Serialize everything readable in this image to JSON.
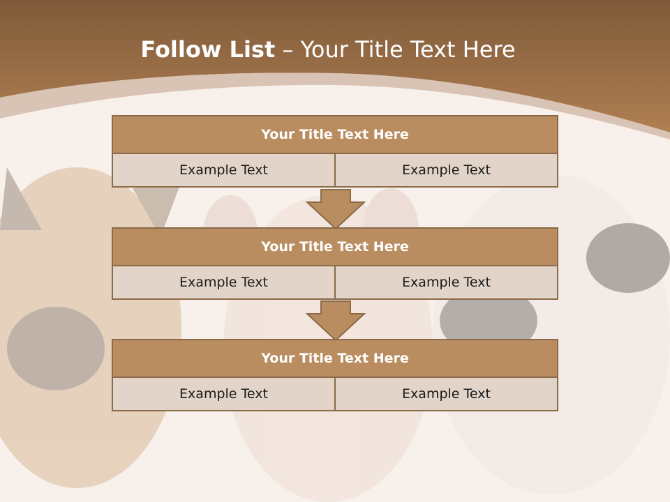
{
  "slide": {
    "title_bold": "Follow List",
    "title_rest": " – Your Title Text Here",
    "blocks": [
      {
        "heading": "Your Title Text Here",
        "cells": [
          "Example Text",
          "Example Text"
        ]
      },
      {
        "heading": "Your Title Text Here",
        "cells": [
          "Example Text",
          "Example Text"
        ]
      },
      {
        "heading": "Your Title Text Here",
        "cells": [
          "Example Text",
          "Example Text"
        ]
      }
    ]
  },
  "colors": {
    "header_brown": "#9a6f47",
    "block_heading": "#b98d5f",
    "block_cell": "#e2d4c8",
    "border": "#8a6a48"
  }
}
